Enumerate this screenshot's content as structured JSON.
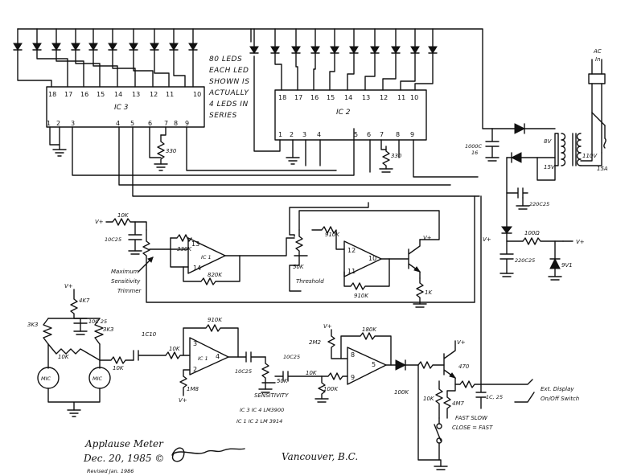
{
  "notes": {
    "led_note": [
      "80 LEDS",
      "EACH LED",
      "SHOWN IS",
      "ACTUALLY",
      "4 LEDS IN",
      "SERIES"
    ],
    "title": "Applause Meter",
    "date": "Dec. 20, 1985 ©",
    "author_place": "Vancouver, B.C.",
    "revised": "Revised Jan. 1986",
    "ic_notes": [
      "IC 3 IC 4 LM3900",
      "IC 1 IC 2 LM 3914"
    ]
  },
  "ics": {
    "ic3": {
      "label": "IC 3",
      "top_pins": [
        "18",
        "17",
        "16",
        "15",
        "14",
        "13",
        "12",
        "11",
        "10"
      ],
      "bottom_pins": [
        "1",
        "2",
        "3",
        "4",
        "5",
        "6",
        "7",
        "8",
        "9"
      ]
    },
    "ic2": {
      "label": "IC 2",
      "top_pins": [
        "18",
        "17",
        "16",
        "15",
        "14",
        "13",
        "12",
        "11",
        "10"
      ],
      "bottom_pins": [
        "1",
        "2",
        "3",
        "4",
        "5",
        "6",
        "7",
        "8",
        "9"
      ]
    }
  },
  "components": {
    "r_330_a": "330",
    "r_330_b": "330",
    "r_10k_a": "10K",
    "c_10c25": "10C25",
    "r_330k": "330K",
    "r_820k": "820K",
    "opamp_a": "IC 1",
    "opamp_a_pins": [
      "13",
      "14",
      "1"
    ],
    "max_sens": [
      "Maximum",
      "Sensitivity",
      "Trimmer"
    ],
    "r_50k_thr": "50K",
    "threshold": "Threshold",
    "r_910k_a": "910K",
    "r_910k_b": "910K",
    "opamp_b_pins": [
      "12",
      "10",
      "11"
    ],
    "r_1k": "1K",
    "r_4k7": "4K7",
    "c_10c25_b": "10C 25",
    "r_3k3": "3K3",
    "r_3k3_b": "3K3",
    "r_10k_b": "10K",
    "r_10k_c": "10K",
    "mic": "MIC",
    "c_1c10": "1C10",
    "r_10k_d": "10K",
    "r_910k_c": "910K",
    "opamp_c_pins": [
      "3",
      "4",
      "2"
    ],
    "opamp_c": "IC 1",
    "r_1m8": "1M8",
    "c_10c25_c": "10C25",
    "r_50k_sens": "50K",
    "sensitivity": "SENSITIVITY",
    "c_10c25_d": "10C25",
    "r_2m2": "2M2",
    "r_180k": "180K",
    "opamp_d_pins": [
      "8",
      "9",
      "5"
    ],
    "r_10k_e": "10K",
    "r_100k_a": "100K",
    "r_100k_b": "100K",
    "r_10k_f": "10K",
    "r_470": "470",
    "c_1c_35": "1C, 25",
    "r_4m7": "4M7",
    "fast_slow": [
      "FAST SLOW",
      "CLOSE = FAST"
    ],
    "ext_display": [
      "Ext. Display",
      "On/Off Switch"
    ],
    "c_1000": [
      "1000C",
      "16"
    ],
    "v8": "8V",
    "v110": "110V",
    "v15": "15V",
    "c_220c25_a": "220C25",
    "c_220c25_b": "220C25",
    "r_100": "100Ω",
    "zener": "9V1",
    "ac_in": [
      "AC",
      "In"
    ],
    "fuse": "15A",
    "vplus": "V+"
  }
}
